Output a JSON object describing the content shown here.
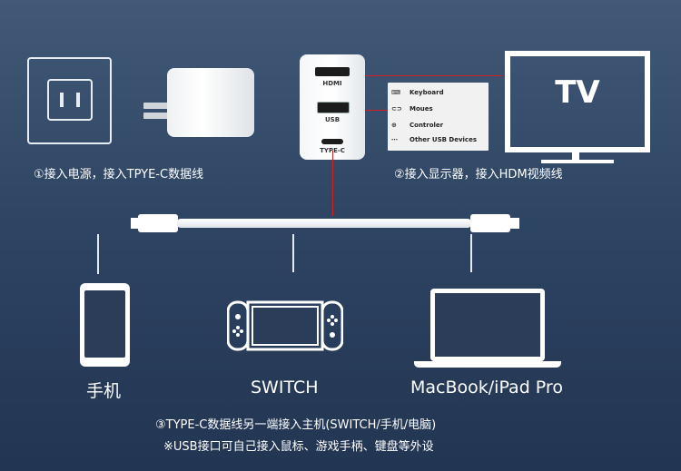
{
  "hub": {
    "hdmi_label": "HDMI",
    "usb_label": "USB",
    "typec_label": "TYPE-C"
  },
  "devices_list": [
    {
      "icon": "keyboard-icon",
      "label": "Keyboard"
    },
    {
      "icon": "mouse-icon",
      "label": "Moues"
    },
    {
      "icon": "controller-icon",
      "label": "Controler"
    },
    {
      "icon": "dots-icon",
      "label": "Other USB Devices"
    }
  ],
  "tv": {
    "label": "TV"
  },
  "steps": {
    "step1": "①接入电源，接入TPYE-C数据线",
    "step2": "②接入显示器，接入HDM视频线",
    "step3": "③TYPE-C数据线另一端接入主机(SWITCH/手机/电脑)",
    "note": "※USB接口可自己接入鼠标、游戏手柄、键盘等外设"
  },
  "hosts": {
    "phone_label": "手机",
    "switch_label": "SWITCH",
    "laptop_label": "MacBook/iPad Pro"
  },
  "colors": {
    "accent_line": "#d42020",
    "background": "#2f4564"
  }
}
